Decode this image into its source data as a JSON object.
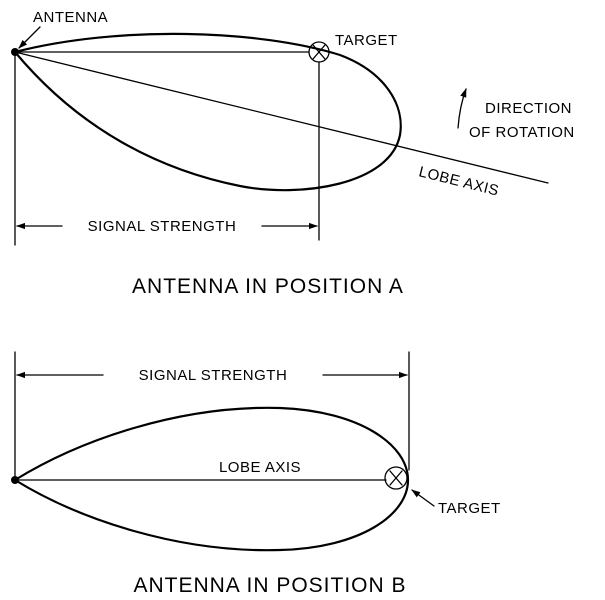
{
  "diagram_a": {
    "antenna_label": "ANTENNA",
    "target_label": "TARGET",
    "direction_label_line1": "DIRECTION",
    "direction_label_line2": "OF ROTATION",
    "lobe_axis_label": "LOBE AXIS",
    "signal_strength_label": "SIGNAL STRENGTH",
    "caption": "ANTENNA IN POSITION A"
  },
  "diagram_b": {
    "signal_strength_label": "SIGNAL STRENGTH",
    "lobe_axis_label": "LOBE AXIS",
    "target_label": "TARGET",
    "caption": "ANTENNA IN POSITION B"
  }
}
